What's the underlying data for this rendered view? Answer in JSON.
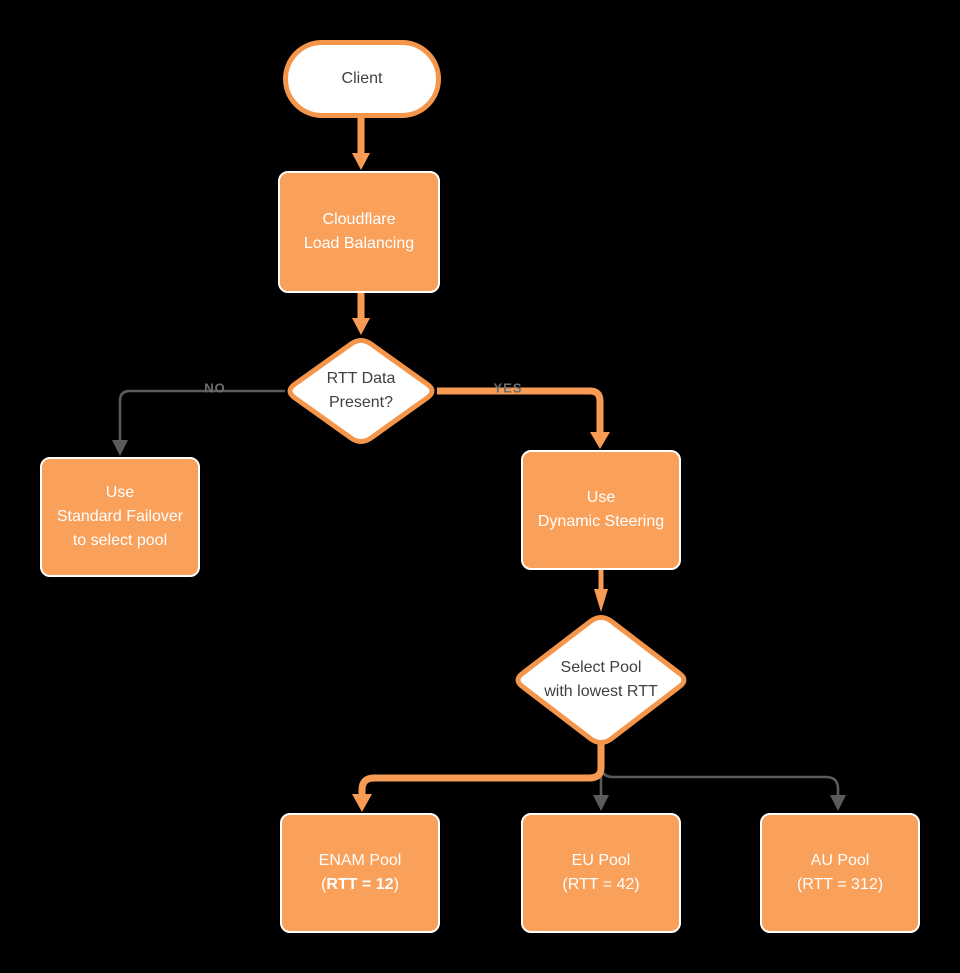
{
  "diagram_title": "Cloudflare Load Balancing dynamic steering flowchart",
  "colors": {
    "background": "#000000",
    "orange_fill": "#F9A05A",
    "orange_stroke": "#F5954A",
    "orange_connector": "#F89C55",
    "gray_connector": "#5B5B5B",
    "edge_label_gray": "#6E6E6E",
    "dark_text": "#404040",
    "light_text": "#FFFFFF"
  },
  "nodes": {
    "client": {
      "label": "Client"
    },
    "load_balancer": {
      "label": "Cloudflare\nLoad Balancing"
    },
    "rtt_decision": {
      "label": "RTT Data\nPresent?"
    },
    "standard_failover": {
      "label": "Use\nStandard Failover\nto select pool"
    },
    "dynamic_steering": {
      "label": "Use\nDynamic Steering"
    },
    "select_pool": {
      "label": "Select Pool\nwith lowest RTT"
    },
    "enam_pool": {
      "name": "ENAM Pool",
      "rtt_open": "(",
      "rtt_value": "RTT = 12",
      "rtt_close": ")"
    },
    "eu_pool": {
      "name": "EU Pool",
      "rtt": "(RTT = 42)"
    },
    "au_pool": {
      "name": "AU Pool",
      "rtt": "(RTT = 312)"
    }
  },
  "edge_labels": {
    "no": "NO",
    "yes": "YES"
  }
}
